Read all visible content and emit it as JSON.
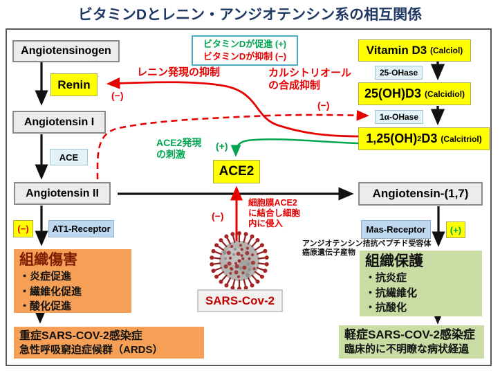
{
  "title": "ビタミンDとレニン・アンジオテンシン系の相互関係",
  "legend": {
    "promote": "ビタミンDが促進 (+)",
    "inhibit": "ビタミンDが抑制 (−)"
  },
  "signs": {
    "minus": "(−)",
    "plus": "(+)"
  },
  "boxes": {
    "angiotensinogen": "Angiotensinogen",
    "renin": "Renin",
    "angiotensin1": "Angiotensin I",
    "ace": "ACE",
    "angiotensin2": "Angiotensin II",
    "at1_receptor": "AT1-Receptor",
    "ace2": "ACE2",
    "vitamin_d3": {
      "main": "Vitamin D3",
      "paren": "(Calciol)"
    },
    "ohase25": "25-OHase",
    "d3_25oh": {
      "main": "25(OH)D3",
      "paren": "(Calcidiol)"
    },
    "ohase1a": "1α-OHase",
    "d3_125oh": {
      "pre": "1,25(OH)",
      "sub": "2",
      "post": "D3",
      "paren": "(Calcitriol)"
    },
    "angiotensin17": "Angiotensin-(1,7)",
    "mas_receptor": "Mas-Receptor"
  },
  "labels": {
    "renin_inhibition": "レニン発現の抑制",
    "calcitriol_inhibition_l1": "カルシトリオール",
    "calcitriol_inhibition_l2": "の合成抑制",
    "ace2_stimulation_l1": "ACE2発現",
    "ace2_stimulation_l2": "の刺激",
    "virus_binding_l1": "細胞膜ACE2",
    "virus_binding_l2": "に結合し細胞",
    "virus_binding_l3": "内に侵入",
    "mas_note_l1": "アンジオテンシン拮抗ペプチド受容体",
    "mas_note_l2": "癌原遺伝子産物"
  },
  "damage_box": {
    "title": "組織傷害",
    "items": [
      "・炎症促進",
      "・繊維化促進",
      "・酸化促進"
    ]
  },
  "protect_box": {
    "title": "組織保護",
    "items": [
      "・抗炎症",
      "・抗繊維化",
      "・抗酸化"
    ]
  },
  "severe_box": {
    "line1": "重症SARS-COV-2感染症",
    "line2": "急性呼吸窮迫症候群（ARDS）"
  },
  "mild_box": {
    "line1": "軽症SARS-COV-2感染症",
    "line2": "臨床的に不明瞭な病状経過"
  },
  "virus_label": "SARS-Cov-2",
  "icons": {
    "virus": "sars-cov-2-virion"
  },
  "colors": {
    "title_navy": "#1F3864",
    "red": "#E60000",
    "green": "#00A550",
    "yellow": "#FFFF00",
    "orange": "#F5A056",
    "light_green": "#C9DCA4",
    "legend_border": "#4BACC6",
    "damage_title": "#7B1E00"
  }
}
